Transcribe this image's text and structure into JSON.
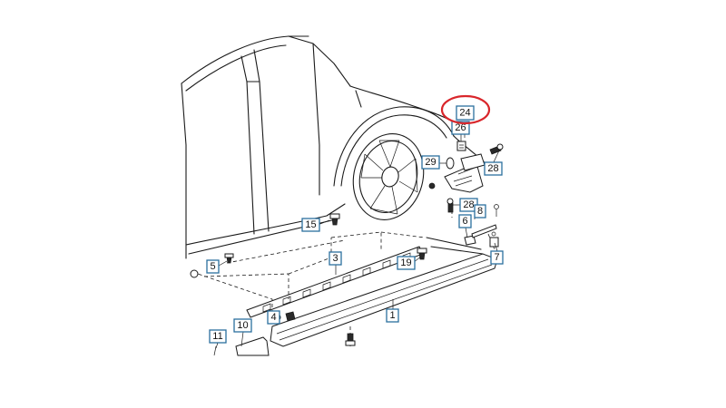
{
  "callouts": {
    "c24": "24",
    "c26": "26",
    "c28a": "28",
    "c29": "29",
    "c28b": "28",
    "c8": "8",
    "c6": "6",
    "c15": "15",
    "c7": "7",
    "c3": "3",
    "c19": "19",
    "c5": "5",
    "c4": "4",
    "c1": "1",
    "c10": "10",
    "c11": "11"
  },
  "colors": {
    "callout_border": "#2b6f9e",
    "highlight_circle": "#d9262b",
    "line": "#1a1a1a"
  }
}
